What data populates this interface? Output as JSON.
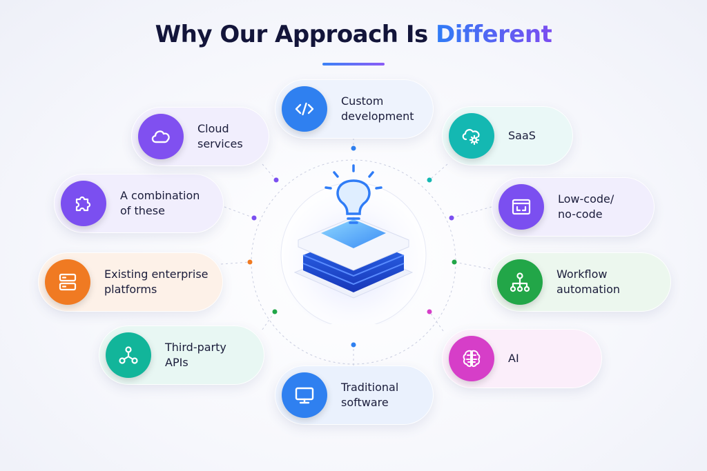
{
  "title": {
    "main": "Why Our Approach Is ",
    "accent": "Different"
  },
  "items": [
    {
      "label": "Custom\ndevelopment",
      "icon": "code-icon",
      "color": "#2f80f0"
    },
    {
      "label": "SaaS",
      "icon": "cloud-gear-icon",
      "color": "#14b8b2"
    },
    {
      "label": "Low-code/\nno-code",
      "icon": "window-icon",
      "color": "#7b4ff0"
    },
    {
      "label": "Workflow\nautomation",
      "icon": "workflow-icon",
      "color": "#22a648"
    },
    {
      "label": "AI",
      "icon": "brain-icon",
      "color": "#d63ec8"
    },
    {
      "label": "Traditional\nsoftware",
      "icon": "monitor-icon",
      "color": "#2f80f0"
    },
    {
      "label": "Third-party\nAPIs",
      "icon": "api-nodes-icon",
      "color": "#12b59a"
    },
    {
      "label": "Existing enterprise\nplatforms",
      "icon": "server-icon",
      "color": "#f07a22"
    },
    {
      "label": "A combination\nof these",
      "icon": "puzzle-icon",
      "color": "#7b4ff0"
    },
    {
      "label": "Cloud\nservices",
      "icon": "cloud-icon",
      "color": "#8050f0"
    }
  ],
  "center": {
    "icon": "lightbulb-stack-icon"
  }
}
